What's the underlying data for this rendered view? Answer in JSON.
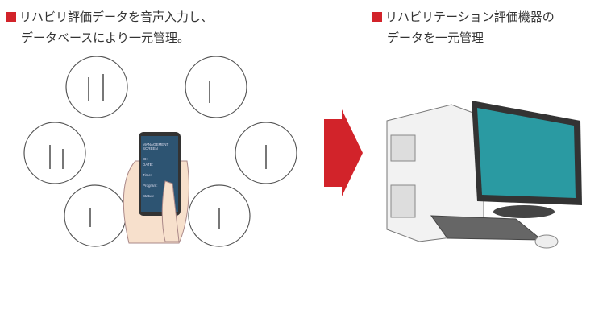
{
  "left_caption": {
    "line1": "リハビリ評価データを音声入力し、",
    "line2": "データベースにより一元管理。"
  },
  "right_caption": {
    "line1": "リハビリテーション評価機器の",
    "line2": "データを一元管理"
  },
  "phone_screen": {
    "title": "MANAGEMENT SCREEN",
    "fields": [
      "ID:",
      "DATE:",
      "Time:",
      "Program:",
      "Status:"
    ]
  },
  "colors": {
    "accent": "#d2232a",
    "monitor": "#2a9aa2"
  }
}
